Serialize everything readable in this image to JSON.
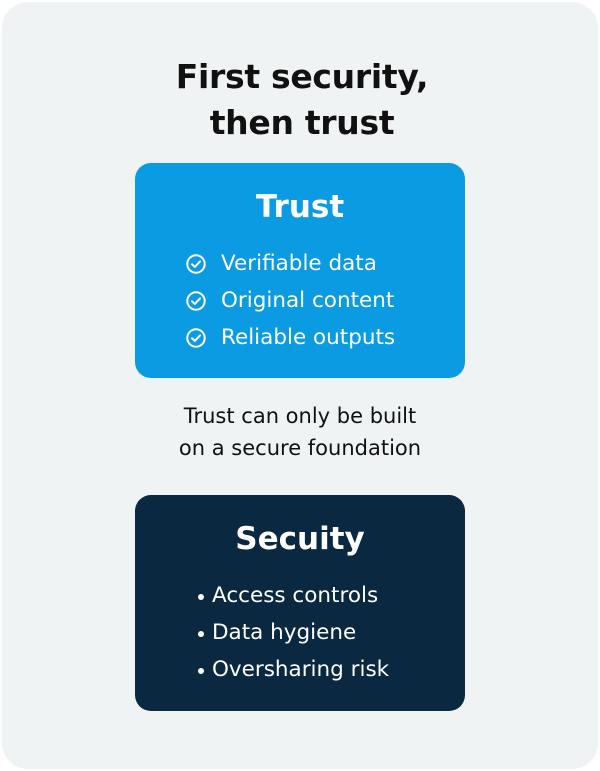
{
  "title": {
    "line1": "First security,",
    "line2": "then trust"
  },
  "trust_box": {
    "heading": "Trust",
    "color": "#0a9be3",
    "icon": "check-circle-icon",
    "items": [
      {
        "label": "Verifiable data"
      },
      {
        "label": "Original content"
      },
      {
        "label": "Reliable outputs"
      }
    ]
  },
  "caption": {
    "line1": "Trust can only be built",
    "line2": "on a secure foundation"
  },
  "security_box": {
    "heading": "Secuity",
    "color": "#0a2840",
    "icon": "bullet-icon",
    "items": [
      {
        "label": "Access controls"
      },
      {
        "label": "Data hygiene"
      },
      {
        "label": "Oversharing risk"
      }
    ]
  },
  "colors": {
    "background": "#eff3f4",
    "text": "#111111"
  }
}
